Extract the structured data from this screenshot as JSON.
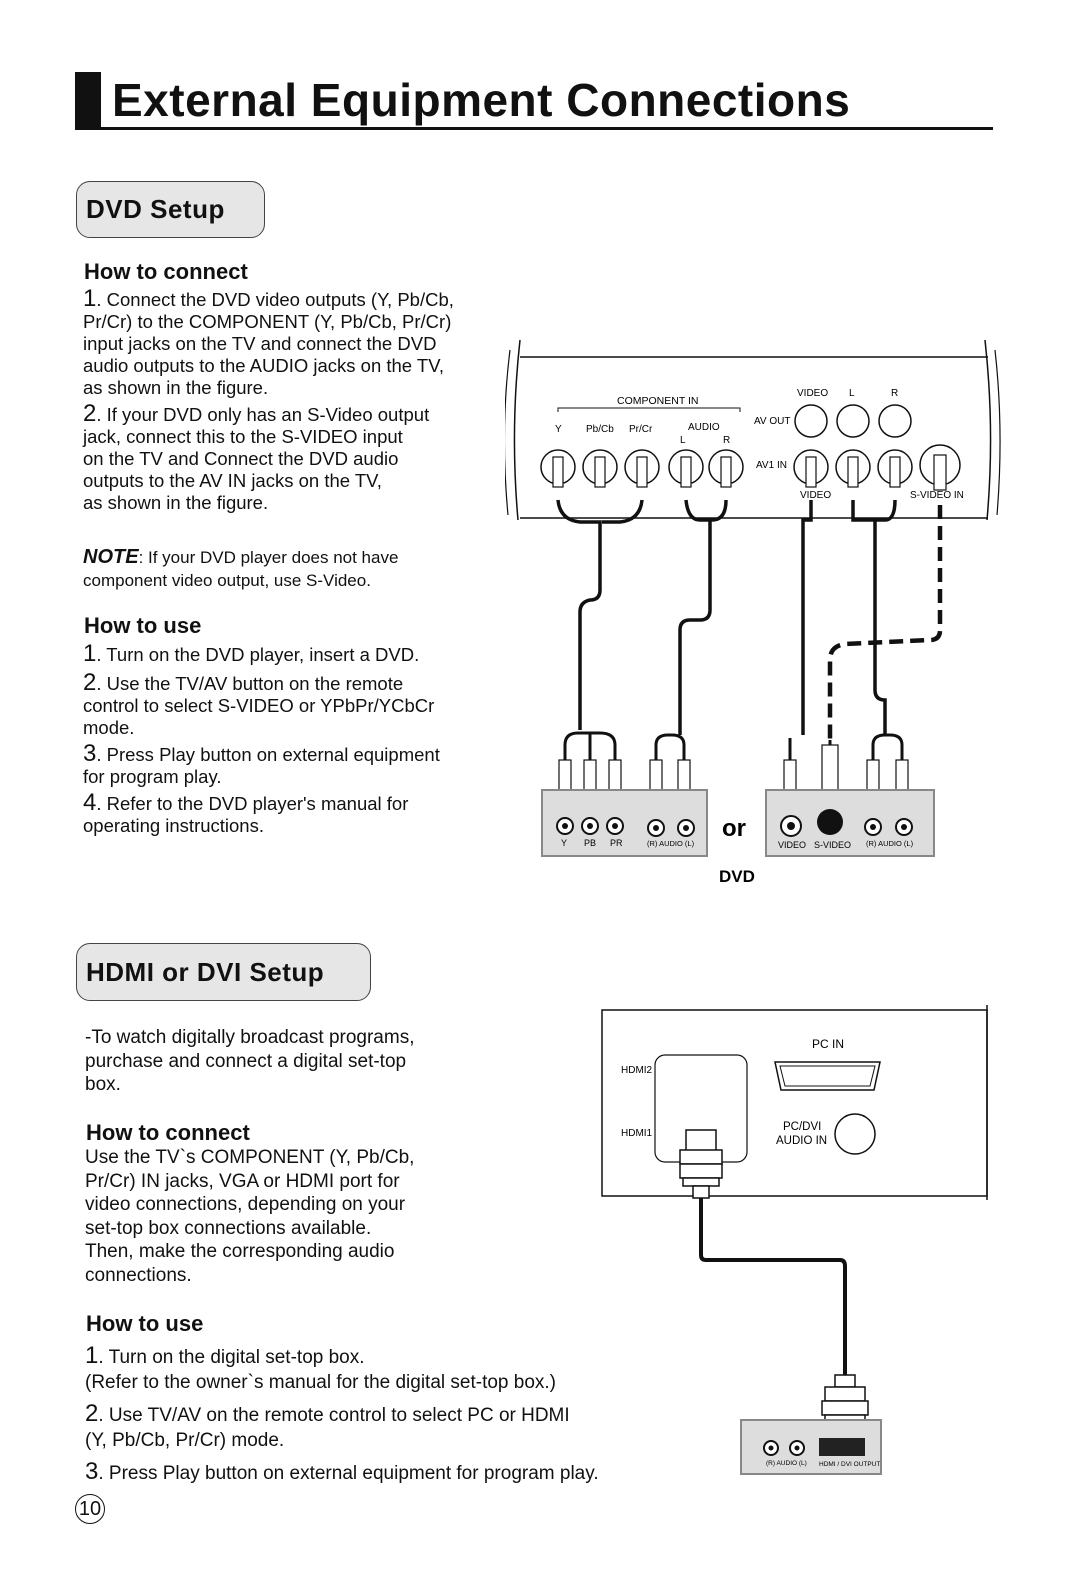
{
  "page": {
    "title": "External Equipment Connections",
    "page_number": "10"
  },
  "dvd": {
    "section_title": "DVD Setup",
    "connect_heading": "How to connect",
    "connect_steps": [
      {
        "num": "1",
        "lines": [
          ". Connect the DVD video outputs (Y, Pb/Cb,",
          "Pr/Cr) to the COMPONENT (Y, Pb/Cb, Pr/Cr)",
          "input jacks on the TV and connect the DVD",
          "audio outputs to the AUDIO jacks on the TV,",
          "as shown in the figure."
        ]
      },
      {
        "num": "2",
        "lines": [
          ". If your DVD only has an S-Video output",
          "jack, connect  this to  the S-VIDEO input",
          "on the TV and Connect the DVD audio",
          "outputs to the AV IN jacks on the TV,",
          "as shown in the figure."
        ]
      }
    ],
    "note_label": "NOTE",
    "note_lines": [
      ": If your DVD player does not have",
      "component video output, use S-Video."
    ],
    "use_heading": "How to use",
    "use_steps": [
      {
        "num": "1",
        "lines": [
          ". Turn on the DVD player, insert a DVD."
        ]
      },
      {
        "num": "2",
        "lines": [
          ". Use the TV/AV button on the remote",
          "control to select S-VIDEO or YPbPr/YCbCr",
          "mode."
        ]
      },
      {
        "num": "3",
        "lines": [
          ". Press Play button on external equipment",
          "for program play."
        ]
      },
      {
        "num": "4",
        "lines": [
          ". Refer to the DVD player's manual for",
          "operating instructions."
        ]
      }
    ],
    "diagram": {
      "component_in": "COMPONENT IN",
      "y": "Y",
      "pb": "Pb/Cb",
      "pr": "Pr/Cr",
      "audio": "AUDIO",
      "l": "L",
      "r": "R",
      "video": "VIDEO",
      "av_out": "AV OUT",
      "av1_in": "AV1 IN",
      "svideo_in": "S-VIDEO IN",
      "or": "or",
      "dvd_label": "DVD",
      "dvd_left_labels": [
        "Y",
        "PB",
        "PR",
        "(R) AUDIO (L)"
      ],
      "dvd_right_labels": [
        "VIDEO",
        "S-VIDEO",
        "(R) AUDIO (L)"
      ]
    }
  },
  "hdmi": {
    "section_title": "HDMI or DVI Setup",
    "intro_lines": [
      "-To watch digitally broadcast programs,",
      "purchase and connect a digital set-top",
      "box."
    ],
    "connect_heading": "How to connect",
    "connect_lines": [
      "Use the TV`s COMPONENT (Y, Pb/Cb,",
      "Pr/Cr) IN jacks, VGA or HDMI port for",
      "video connections, depending on your",
      "set-top box connections available.",
      "Then, make the corresponding audio",
      "connections."
    ],
    "use_heading": "How to use",
    "use_steps": [
      {
        "num": "1",
        "lines": [
          ". Turn on the digital set-top box.",
          "(Refer to the  owner`s  manual for the digital set-top box.)"
        ]
      },
      {
        "num": "2",
        "lines": [
          ". Use TV/AV on the remote control to select PC or HDMI",
          "(Y, Pb/Cb, Pr/Cr) mode."
        ]
      },
      {
        "num": "3",
        "lines": [
          ". Press Play button on external equipment for program play."
        ]
      }
    ],
    "diagram": {
      "hdmi2": "HDMI2",
      "hdmi1": "HDMI1",
      "pc_in": "PC IN",
      "pc_dvi_audio": [
        "PC/DVI",
        "AUDIO IN"
      ],
      "stb_audio": "(R) AUDIO (L)",
      "stb_output": "HDMI / DVI  OUTPUT"
    }
  }
}
